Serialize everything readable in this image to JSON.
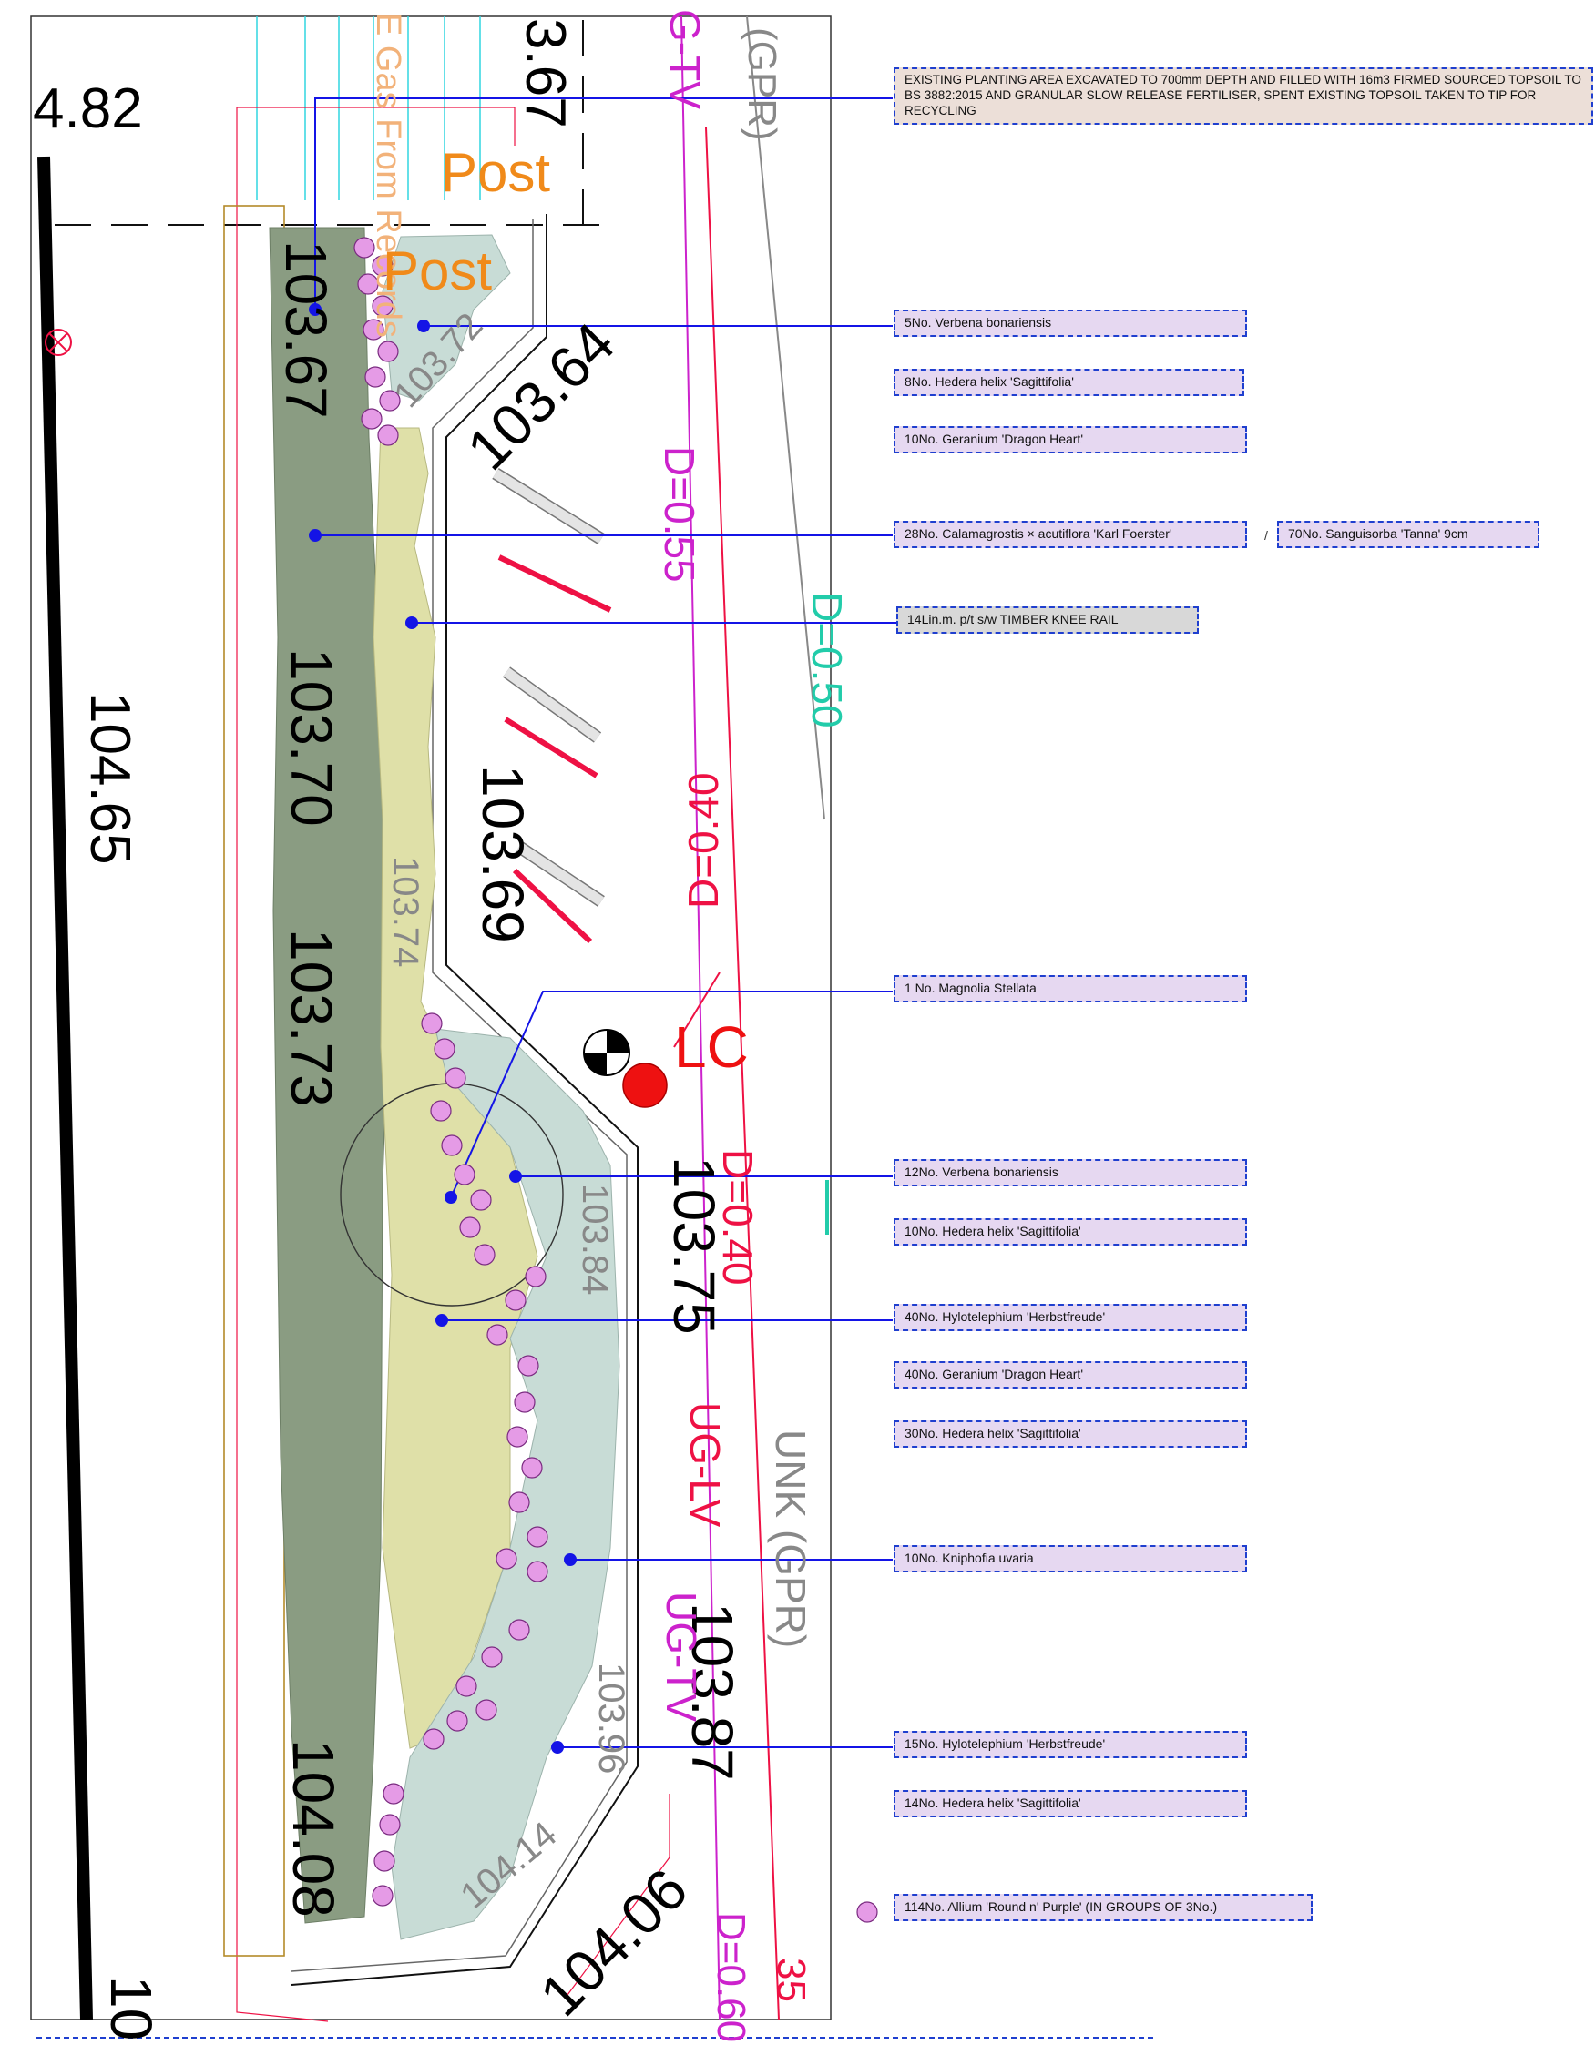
{
  "notes": {
    "excavation": "EXISTING PLANTING AREA EXCAVATED TO 700mm DEPTH AND FILLED WITH 16m3 FIRMED SOURCED TOPSOIL TO BS 3882:2015 AND GRANULAR SLOW RELEASE FERTILISER, SPENT EXISTING TOPSOIL TAKEN TO TIP FOR RECYCLING"
  },
  "plant_labels": [
    "5No. Verbena bonariensis",
    "8No. Hedera helix 'Sagittifolia'",
    "10No. Geranium 'Dragon Heart'",
    "28No. Calamagrostis × acutiflora 'Karl Foerster'",
    "70No. Sanguisorba 'Tanna' 9cm",
    "14Lin.m. p/t s/w TIMBER KNEE RAIL",
    "1 No. Magnolia Stellata",
    "12No. Verbena bonariensis",
    "10No. Hedera helix 'Sagittifolia'",
    "40No. Hylotelephium 'Herbstfreude'",
    "40No. Geranium 'Dragon Heart'",
    "30No. Hedera helix 'Sagittifolia'",
    "10No. Kniphofia uvaria",
    "15No. Hylotelephium 'Herbstfreude'",
    "14No. Hedera helix 'Sagittifolia'",
    "114No. Allium 'Round n' Purple'  (IN GROUPS OF 3No.)"
  ],
  "separator": "/",
  "levels": {
    "l482": "4.82",
    "l10465": "104.65",
    "l367": "3.67",
    "l10367": "103.67",
    "l10364": "103.64",
    "l10372": "103.72",
    "l10370": "103.70",
    "l10369": "103.69",
    "l10374": "103.74",
    "l10373": "103.73",
    "l10375": "103.75",
    "l10384": "103.84",
    "l10387": "103.87",
    "l10396": "103.96",
    "l10408": "104.08",
    "l10414": "104.14",
    "l10406": "104.06",
    "l10x": "10"
  },
  "services": {
    "gpr_top": "(GPR)",
    "ug_tv_top": "G-TV",
    "d055": "D=0.55",
    "d050": "D=0.50",
    "d040a": "D=0.40",
    "d040b": "D=0.40",
    "unk_gpr": "UNK (GPR)",
    "ug_lv": "UG-LV",
    "ug_tv": "UG-TV",
    "d060": "D=0.60",
    "d35": "35",
    "gas": "E Gas From Records",
    "lc": "LC"
  },
  "posts": [
    "Post",
    "Post"
  ],
  "colors": {
    "callout_line": "#1414e6",
    "label_border": "#1f3fcf",
    "plant_fill": "#e6d8f1",
    "note_fill": "#ecdfd8",
    "rail_fill": "#d8d8d8",
    "calamagrostis": "#8a9c82",
    "sedum_geranium": "#dfe0a8",
    "verbena_hedera": "#c8dcd6",
    "allium": "#e59be6",
    "service_magenta": "#cc22cc",
    "service_red": "#ee1144",
    "service_cyan": "#22ccaa",
    "post_orange": "#f08a1a",
    "gas_text": "#f2b27a"
  }
}
